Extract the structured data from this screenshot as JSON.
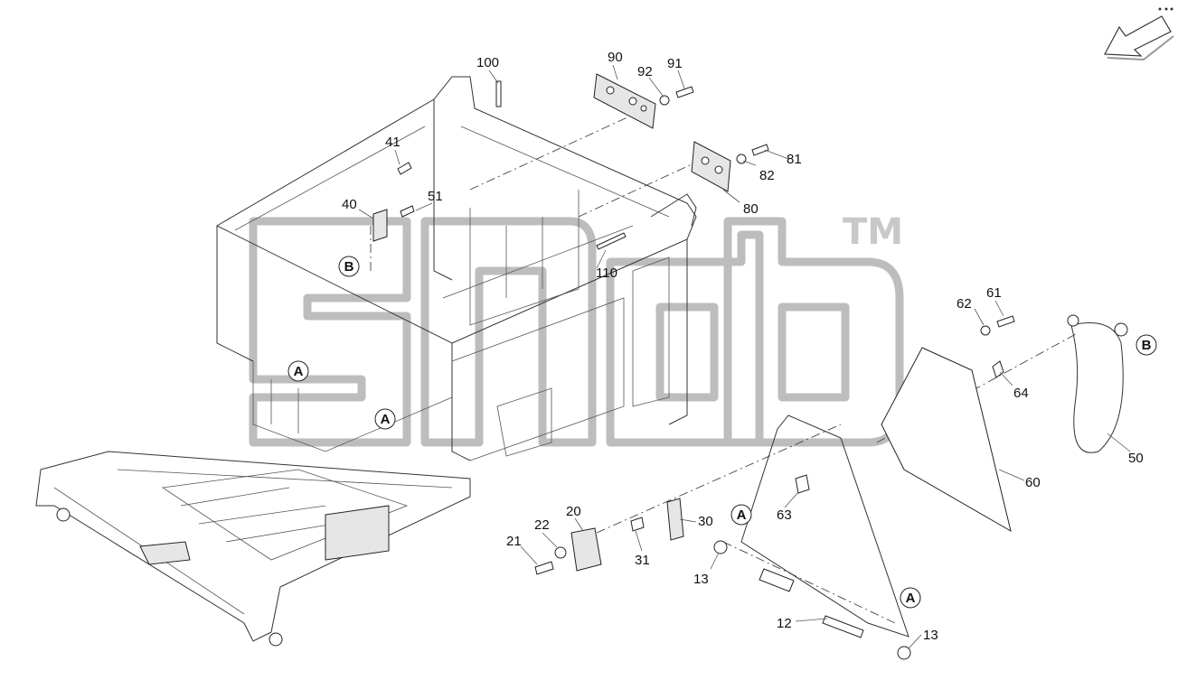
{
  "watermark": {
    "trademark": "TM"
  },
  "callouts": {
    "p100": "100",
    "p90": "90",
    "p92": "92",
    "p91": "91",
    "p41": "41",
    "p40": "40",
    "p51": "51",
    "p81": "81",
    "p82": "82",
    "p80": "80",
    "p110": "110",
    "p62": "62",
    "p61": "61",
    "p64": "64",
    "p50": "50",
    "p60": "60",
    "p63": "63",
    "p20": "20",
    "p22": "22",
    "p21": "21",
    "p31": "31",
    "p30": "30",
    "p13a": "13",
    "p12": "12",
    "p13b": "13"
  },
  "refs": {
    "a1": "A",
    "a2": "A",
    "a3": "A",
    "a4": "A",
    "b1": "B",
    "b2": "B"
  },
  "nav": {
    "arrow_icon": "corner-arrow-icon"
  }
}
